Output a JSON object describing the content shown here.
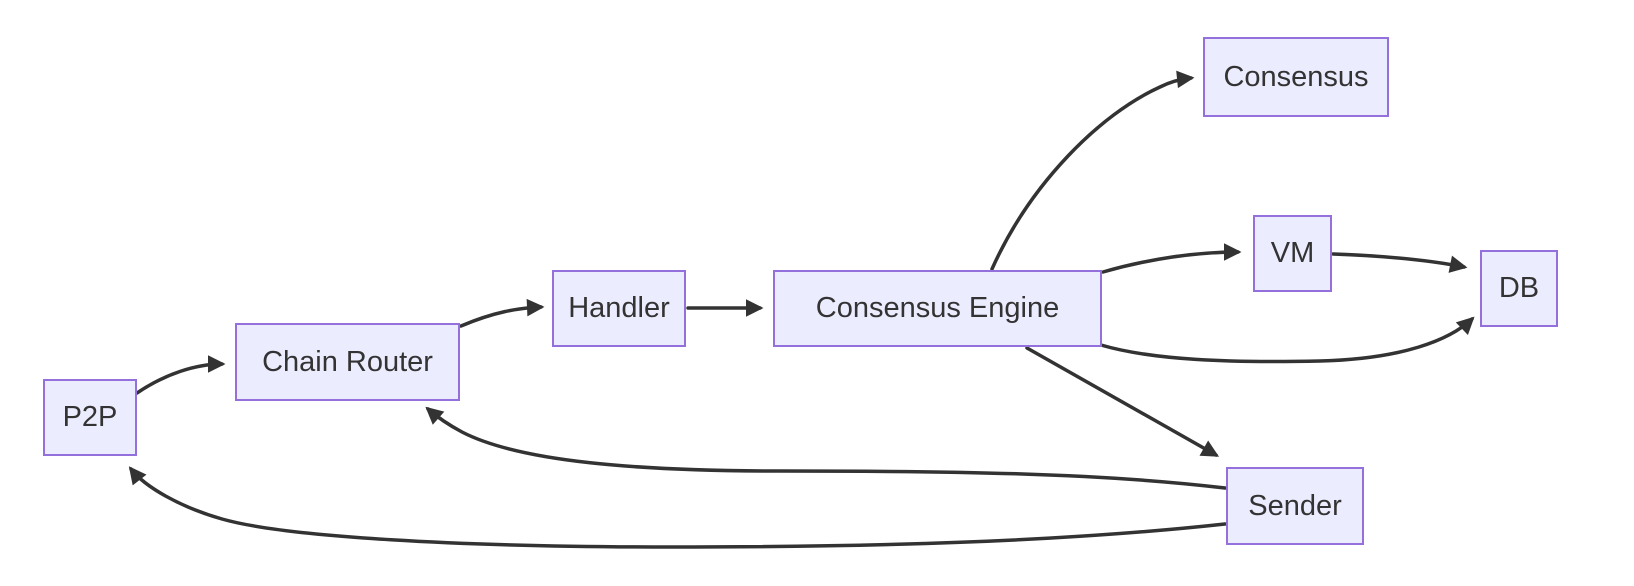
{
  "diagram": {
    "type": "flowchart",
    "orientation": "left-to-right",
    "colors": {
      "background": "#ffffff",
      "node_fill": "#ECECFF",
      "node_border": "#9370DB",
      "edge_stroke": "#333333",
      "label_text": "#333333"
    },
    "nodes": [
      {
        "id": "p2p",
        "label": "P2P"
      },
      {
        "id": "chain-router",
        "label": "Chain Router"
      },
      {
        "id": "handler",
        "label": "Handler"
      },
      {
        "id": "consensus-engine",
        "label": "Consensus Engine"
      },
      {
        "id": "consensus",
        "label": "Consensus"
      },
      {
        "id": "vm",
        "label": "VM"
      },
      {
        "id": "db",
        "label": "DB"
      },
      {
        "id": "sender",
        "label": "Sender"
      }
    ],
    "edges": [
      {
        "from": "P2P",
        "to": "Chain Router"
      },
      {
        "from": "Chain Router",
        "to": "Handler"
      },
      {
        "from": "Handler",
        "to": "Consensus Engine"
      },
      {
        "from": "Consensus Engine",
        "to": "Consensus"
      },
      {
        "from": "Consensus Engine",
        "to": "VM"
      },
      {
        "from": "VM",
        "to": "DB"
      },
      {
        "from": "Consensus Engine",
        "to": "DB"
      },
      {
        "from": "Consensus Engine",
        "to": "Sender"
      },
      {
        "from": "Sender",
        "to": "Chain Router"
      },
      {
        "from": "Sender",
        "to": "P2P"
      }
    ]
  }
}
